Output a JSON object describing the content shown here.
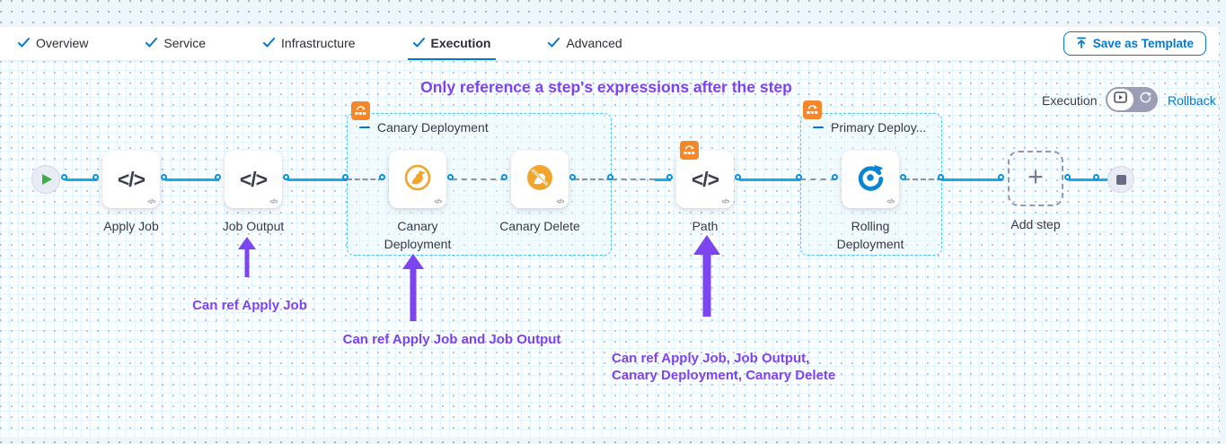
{
  "tabs": [
    {
      "label": "Overview",
      "complete": true,
      "active": false
    },
    {
      "label": "Service",
      "complete": true,
      "active": false
    },
    {
      "label": "Infrastructure",
      "complete": true,
      "active": false
    },
    {
      "label": "Execution",
      "complete": true,
      "active": true
    },
    {
      "label": "Advanced",
      "complete": true,
      "active": false
    }
  ],
  "toolbar": {
    "save_as_template": "Save as Template"
  },
  "canvas": {
    "heading": "Only reference a step's expressions after the step",
    "mode": {
      "execution_label": "Execution",
      "rollback_label": "Rollback"
    },
    "groups": [
      {
        "name": "Canary Deployment"
      },
      {
        "name": "Primary Deploy..."
      }
    ],
    "nodes": {
      "apply_job": "Apply Job",
      "job_output": "Job Output",
      "canary_deployment": "Canary Deployment",
      "canary_delete": "Canary Delete",
      "path": "Path",
      "rolling_deployment": "Rolling Deployment",
      "add_step": "Add step"
    },
    "notes": {
      "job_output_note": "Can ref Apply Job",
      "canary_note": "Can ref Apply Job and Job Output",
      "path_note_line1": "Can ref Apply Job, Job Output,",
      "path_note_line2": "Canary Deployment, Canary Delete"
    }
  },
  "glyphs": {
    "code": "</>",
    "code_small": "</>",
    "plus": "+"
  },
  "colors": {
    "primary_blue": "#0278d5",
    "connector_blue": "#19ade6",
    "annotation_purple": "#7d43f0",
    "badge_orange": "#f5872b",
    "canary_orange": "#f2a52c",
    "rolling_blue": "#0d84d1",
    "start_green": "#3fae49"
  }
}
